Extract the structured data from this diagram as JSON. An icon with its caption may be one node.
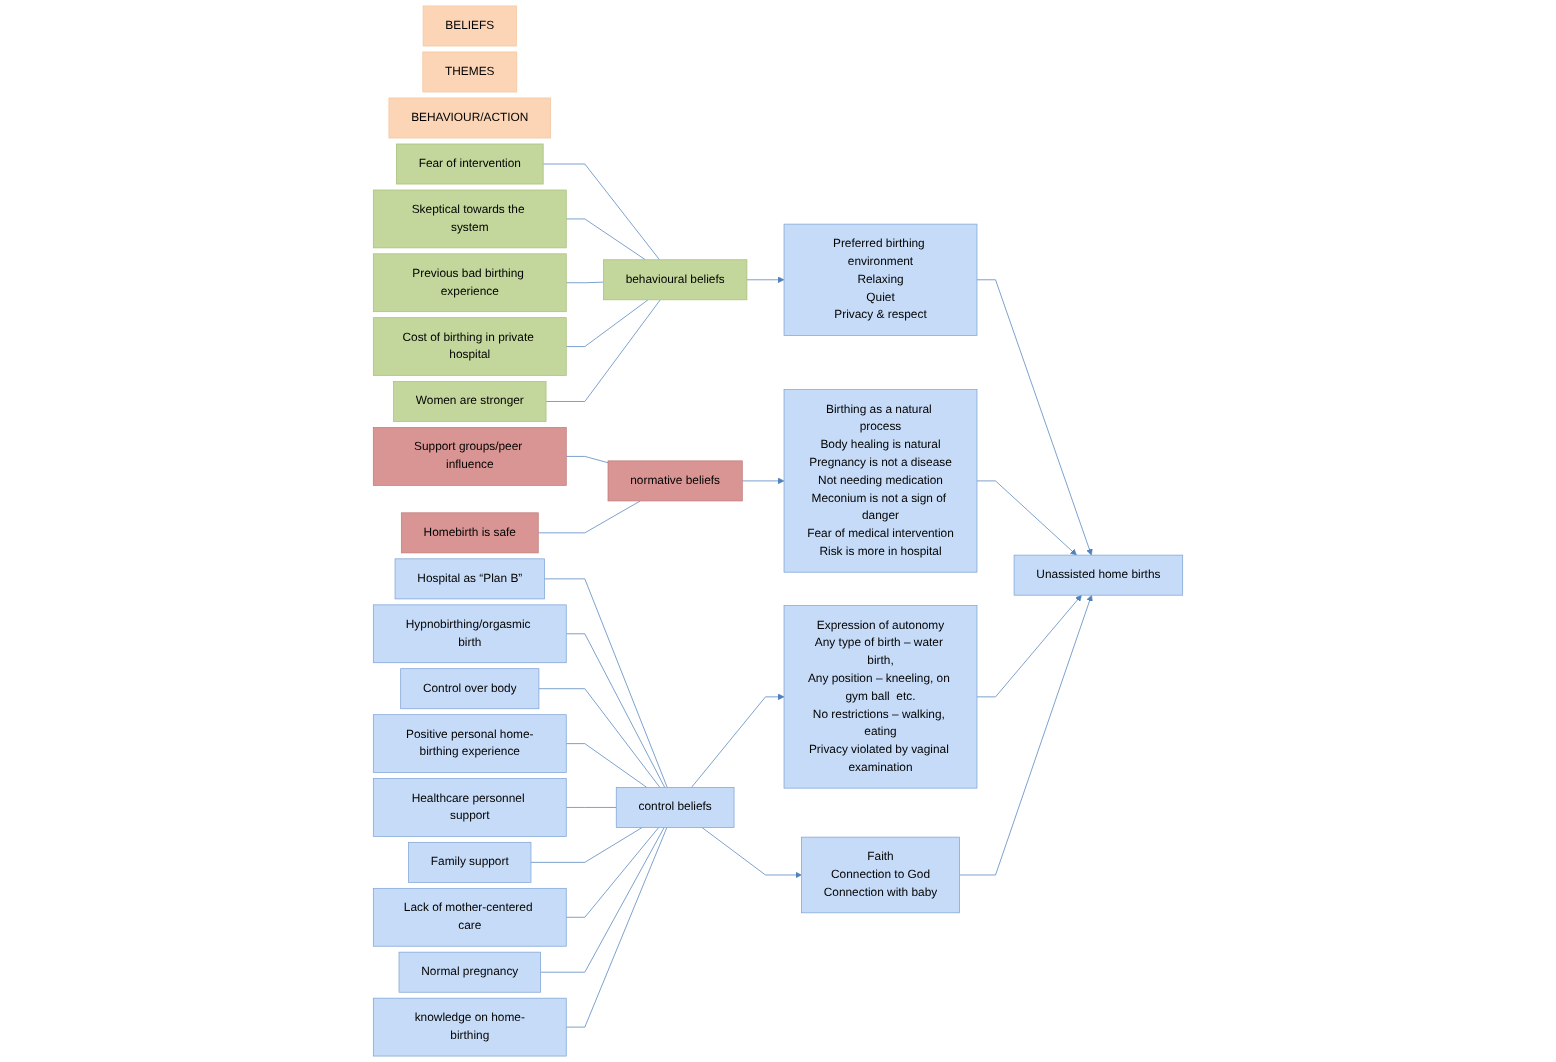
{
  "diagram": {
    "nodes": [
      {
        "text": [
          "BELIEFS"
        ]
      },
      {
        "text": [
          "THEMES"
        ]
      },
      {
        "text": [
          "BEHAVIOUR/ACTION"
        ]
      },
      {
        "text": [
          "Fear of intervention"
        ]
      },
      {
        "text": [
          "Skeptical towards the system"
        ]
      },
      {
        "text": [
          "Previous bad birthing experience"
        ]
      },
      {
        "text": [
          "Cost of birthing in private hospital"
        ]
      },
      {
        "text": [
          "Women are stronger"
        ]
      },
      {
        "text": [
          "behavioural beliefs"
        ]
      },
      {
        "text": [
          "Preferred birthing environment",
          "Relaxing",
          "Quiet",
          "Privacy & respect"
        ]
      },
      {
        "text": [
          "Support groups/peer influence"
        ]
      },
      {
        "text": [
          "Homebirth is safe"
        ]
      },
      {
        "text": [
          "normative beliefs"
        ]
      },
      {
        "text": [
          "Birthing as a natural process",
          "Body healing is natural",
          "Pregnancy is not a disease",
          "Not needing medication",
          "Meconium is not a sign of danger",
          "Fear of medical intervention",
          "Risk is more in hospital"
        ]
      },
      {
        "text": [
          "Unassisted home births"
        ]
      },
      {
        "text": [
          "Hospital as “Plan B”"
        ]
      },
      {
        "text": [
          "Hypnobirthing/orgasmic birth"
        ]
      },
      {
        "text": [
          "Control over body"
        ]
      },
      {
        "text": [
          "Positive personal home-birthing experience"
        ]
      },
      {
        "text": [
          "Healthcare personnel support"
        ]
      },
      {
        "text": [
          "Family support"
        ]
      },
      {
        "text": [
          "Lack of mother-centered care"
        ]
      },
      {
        "text": [
          "Normal pregnancy"
        ]
      },
      {
        "text": [
          "knowledge on home-birthing"
        ]
      },
      {
        "text": [
          "control beliefs"
        ]
      },
      {
        "text": [
          "Expression of autonomy",
          "Any type of birth – water birth,",
          "Any position – kneeling, on gym ball  etc.",
          "No restrictions – walking, eating",
          "Privacy violated by vaginal examination"
        ]
      },
      {
        "text": [
          "Faith",
          "Connection to God",
          "Connection with baby"
        ]
      }
    ],
    "edges": [
      {
        "from": 3,
        "to": 8,
        "arrow": "none"
      },
      {
        "from": 4,
        "to": 8,
        "arrow": "none"
      },
      {
        "from": 5,
        "to": 8,
        "arrow": "none"
      },
      {
        "from": 6,
        "to": 8,
        "arrow": "none"
      },
      {
        "from": 7,
        "to": 8,
        "arrow": "none"
      },
      {
        "from": 8,
        "to": 9,
        "arrow": "to"
      },
      {
        "from": 10,
        "to": 12,
        "arrow": "none"
      },
      {
        "from": 11,
        "to": 12,
        "arrow": "none"
      },
      {
        "from": 12,
        "to": 13,
        "arrow": "to"
      },
      {
        "from": 15,
        "to": 24,
        "arrow": "none"
      },
      {
        "from": 16,
        "to": 24,
        "arrow": "none"
      },
      {
        "from": 17,
        "to": 24,
        "arrow": "none"
      },
      {
        "from": 18,
        "to": 24,
        "arrow": "none"
      },
      {
        "from": 19,
        "to": 24,
        "arrow": "none"
      },
      {
        "from": 20,
        "to": 24,
        "arrow": "none"
      },
      {
        "from": 21,
        "to": 24,
        "arrow": "none"
      },
      {
        "from": 22,
        "to": 24,
        "arrow": "none"
      },
      {
        "from": 23,
        "to": 24,
        "arrow": "none"
      },
      {
        "from": 24,
        "to": 25,
        "arrow": "to"
      },
      {
        "from": 24,
        "to": 26,
        "arrow": "to"
      },
      {
        "from": 9,
        "to": 14,
        "arrow": "to"
      },
      {
        "from": 13,
        "to": 14,
        "arrow": "to"
      },
      {
        "from": 25,
        "to": 14,
        "arrow": "to"
      },
      {
        "from": 26,
        "to": 14,
        "arrow": "to"
      }
    ]
  }
}
